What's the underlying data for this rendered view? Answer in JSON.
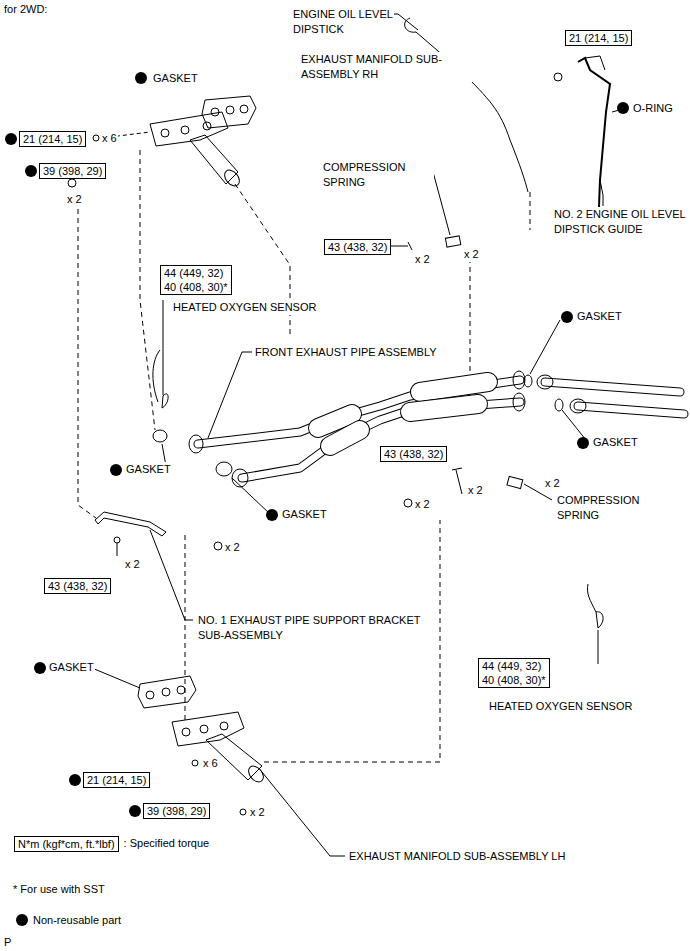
{
  "diagram": {
    "title": "for 2WD:",
    "nodes": [
      {
        "text": [
          "21 (214, 15)"
        ]
      },
      {
        "text": [
          "21 (214, 15)"
        ]
      },
      {
        "text": [
          "39 (398, 29)"
        ]
      },
      {
        "text": [
          "43 (438, 32)"
        ]
      },
      {
        "text": [
          "44 (449, 32)",
          "40 (408, 30)*"
        ]
      },
      {
        "text": [
          "43 (438, 32)"
        ]
      },
      {
        "text": [
          "43 (438, 32)"
        ]
      },
      {
        "text": [
          "44 (449, 32)",
          "40 (408, 30)*"
        ]
      },
      {
        "text": [
          "21 (214, 15)"
        ]
      },
      {
        "text": [
          "39 (398, 29)"
        ]
      },
      {
        "text": [
          "N*m (kgf*cm, ft.*lbf)"
        ]
      }
    ],
    "labels": [
      "GASKET",
      "ENGINE OIL LEVEL DIPSTICK",
      "EXHAUST MANIFOLD SUB-ASSEMBLY RH",
      "O-RING",
      "x 6",
      "x 2",
      "COMPRESSION SPRING",
      "NO. 2 ENGINE OIL LEVEL DIPSTICK GUIDE",
      "x 2",
      "x 2",
      "HEATED OXYGEN SENSOR",
      "FRONT EXHAUST PIPE ASSEMBLY",
      "GASKET",
      "GASKET",
      "GASKET",
      "x 2",
      "x 2",
      "COMPRESSION SPRING",
      "x 2",
      "GASKET",
      "x 2",
      "x 2",
      "NO. 1 EXHAUST PIPE SUPPORT BRACKET SUB-ASSEMBLY",
      "GASKET",
      "HEATED OXYGEN SENSOR",
      "x 6",
      "x 2",
      ": Specified torque",
      "EXHAUST MANIFOLD SUB-ASSEMBLY LH",
      "* For use with SST",
      "P"
    ],
    "legend": [
      {
        "text": "Non-reusable part"
      }
    ]
  }
}
